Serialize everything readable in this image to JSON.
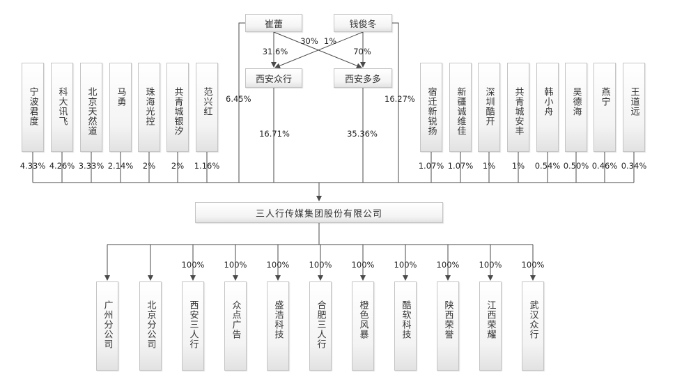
{
  "top_holders": [
    {
      "name": "崔蕾",
      "to_zhongxing": "31.6%",
      "to_duoduo": "30%",
      "to_company": "6.45%"
    },
    {
      "name": "钱俊冬",
      "to_zhongxing": "1%",
      "to_duoduo": "70%",
      "to_company": "16.27%"
    }
  ],
  "platforms": [
    {
      "name": "西安众行",
      "to_company": "16.71%"
    },
    {
      "name": "西安多多",
      "to_company": "35.36%"
    }
  ],
  "left_shareholders": [
    {
      "name": "宁波君度",
      "pct": "4.33%"
    },
    {
      "name": "科大讯飞",
      "pct": "4.26%"
    },
    {
      "name": "北京天然道",
      "pct": "3.33%"
    },
    {
      "name": "马勇",
      "pct": "2.14%"
    },
    {
      "name": "珠海光控",
      "pct": "2%"
    },
    {
      "name": "共青城银汐",
      "pct": "2%"
    },
    {
      "name": "范兴红",
      "pct": "1.16%"
    }
  ],
  "right_shareholders": [
    {
      "name": "宿迁新锐扬",
      "pct": "1.07%"
    },
    {
      "name": "新疆诚维佳",
      "pct": "1.07%"
    },
    {
      "name": "深圳酷开",
      "pct": "1%"
    },
    {
      "name": "共青城安丰",
      "pct": "1%"
    },
    {
      "name": "韩小舟",
      "pct": "0.54%"
    },
    {
      "name": "吴德海",
      "pct": "0.50%"
    },
    {
      "name": "燕宁",
      "pct": "0.46%"
    },
    {
      "name": "王道远",
      "pct": "0.34%"
    }
  ],
  "company": {
    "name": "三人行传媒集团股份有限公司"
  },
  "subsidiaries": [
    {
      "name": "广州分公司",
      "pct": ""
    },
    {
      "name": "北京分公司",
      "pct": ""
    },
    {
      "name": "西安三人行",
      "pct": "100%"
    },
    {
      "name": "众点广告",
      "pct": "100%"
    },
    {
      "name": "盛浩科技",
      "pct": "100%"
    },
    {
      "name": "合肥三人行",
      "pct": "100%"
    },
    {
      "name": "橙色风暴",
      "pct": "100%"
    },
    {
      "name": "酷软科技",
      "pct": "100%"
    },
    {
      "name": "陕西荣誉",
      "pct": "100%"
    },
    {
      "name": "江西荣耀",
      "pct": "100%"
    },
    {
      "name": "武汉众行",
      "pct": "100%"
    }
  ],
  "colors": {
    "line": "#4a4a4a",
    "box_border": "#c4c4c4"
  }
}
